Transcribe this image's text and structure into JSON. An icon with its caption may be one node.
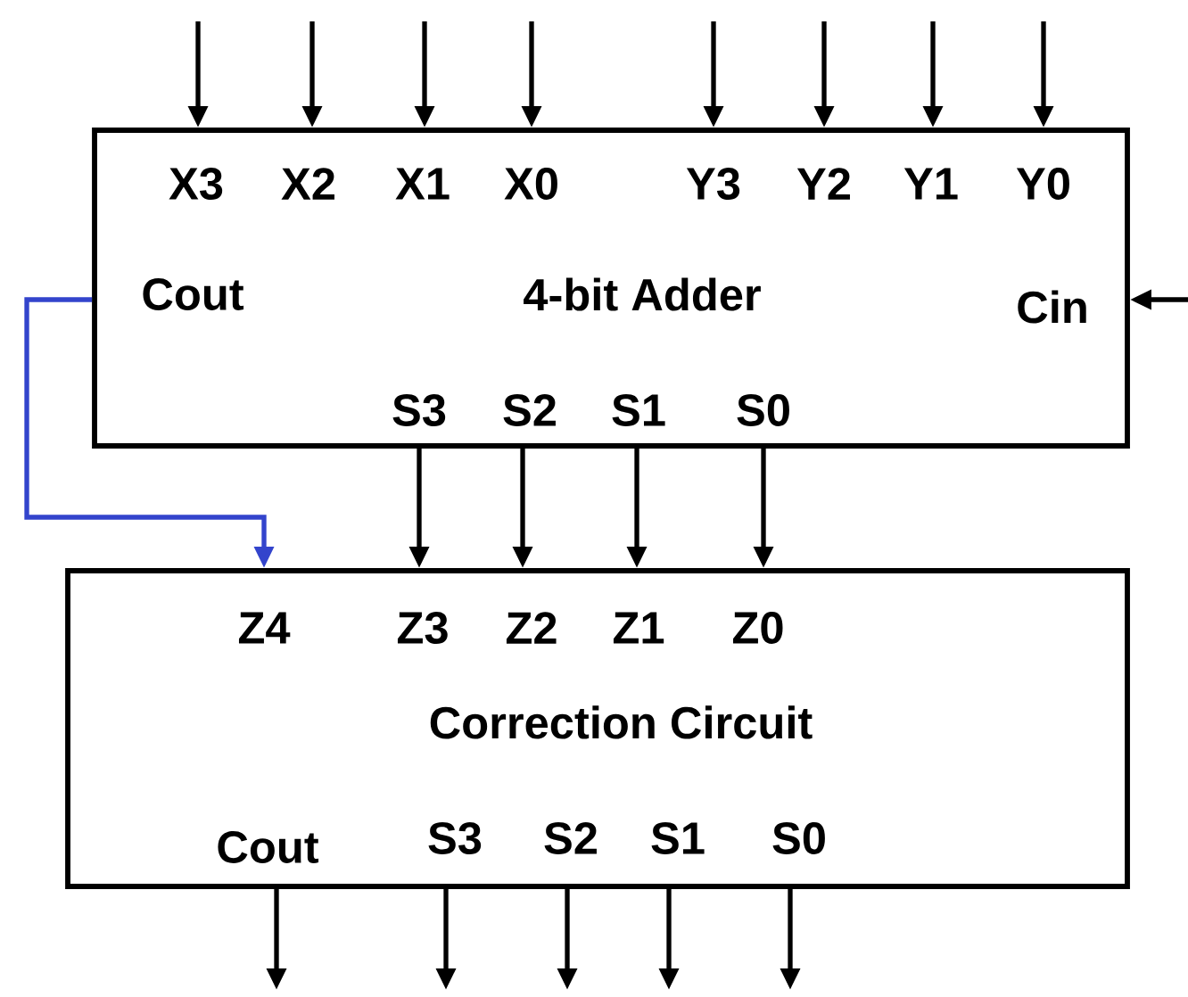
{
  "diagram": {
    "nodes": [
      {
        "text": [
          "X3",
          "X2",
          "X1",
          "X0",
          "Y3",
          "Y2",
          "Y1",
          "Y0",
          "Cout",
          "4-bit Adder",
          "Cin",
          "S3",
          "S2",
          "S1",
          "S0"
        ]
      },
      {
        "text": [
          "Z4",
          "Z3",
          "Z2",
          "Z1",
          "Z0",
          "Correction Circuit",
          "Cout",
          "S3",
          "S2",
          "S1",
          "S0"
        ]
      }
    ],
    "edges": [
      {
        "from": null,
        "to": 0,
        "arrow": "to"
      },
      {
        "from": null,
        "to": 0,
        "arrow": "to"
      },
      {
        "from": null,
        "to": 0,
        "arrow": "to"
      },
      {
        "from": null,
        "to": 0,
        "arrow": "to"
      },
      {
        "from": null,
        "to": 0,
        "arrow": "to"
      },
      {
        "from": null,
        "to": 0,
        "arrow": "to"
      },
      {
        "from": null,
        "to": 0,
        "arrow": "to"
      },
      {
        "from": null,
        "to": 0,
        "arrow": "to"
      },
      {
        "from": null,
        "to": 0,
        "arrow": "to"
      },
      {
        "from": 0,
        "to": 1,
        "arrow": "to"
      },
      {
        "from": 0,
        "to": 1,
        "arrow": "to"
      },
      {
        "from": 0,
        "to": 1,
        "arrow": "to"
      },
      {
        "from": 0,
        "to": 1,
        "arrow": "to"
      },
      {
        "from": 0,
        "to": 1,
        "arrow": "to",
        "color": "#3344cc"
      },
      {
        "from": 1,
        "to": null,
        "arrow": "to"
      },
      {
        "from": 1,
        "to": null,
        "arrow": "to"
      },
      {
        "from": 1,
        "to": null,
        "arrow": "to"
      },
      {
        "from": 1,
        "to": null,
        "arrow": "to"
      },
      {
        "from": 1,
        "to": null,
        "arrow": "to"
      }
    ]
  }
}
